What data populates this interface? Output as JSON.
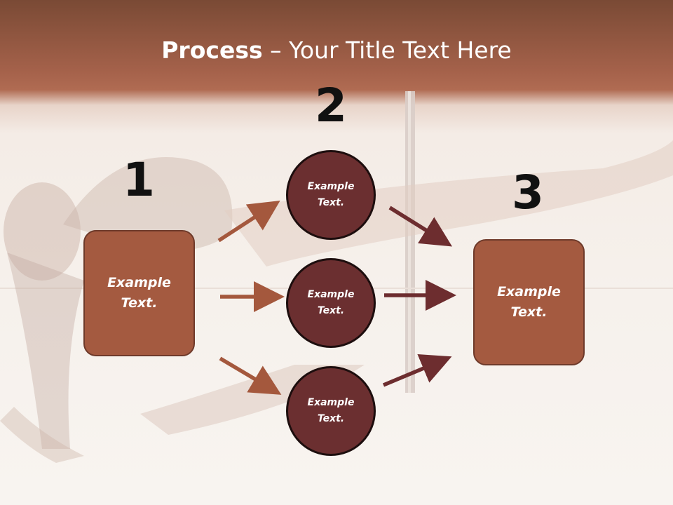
{
  "slide": {
    "title_bold": "Process",
    "title_rest": " – Your Title Text Here",
    "steps": [
      {
        "number": "1",
        "label_line1": "Example",
        "label_line2": "Text."
      },
      {
        "number": "2",
        "label_line1": "Example",
        "label_line2": "Text."
      },
      {
        "number": "3",
        "label_line1": "Example",
        "label_line2": "Text."
      }
    ],
    "circles": [
      {
        "line1": "Example",
        "line2": "Text."
      },
      {
        "line1": "Example",
        "line2": "Text."
      },
      {
        "line1": "Example",
        "line2": "Text."
      }
    ]
  },
  "colors": {
    "header_band": "#a4614a",
    "box_fill": "#a45a40",
    "circle_fill": "#6b2f30",
    "arrow_left": "#a4583d",
    "arrow_right": "#6d2d2f",
    "number_text": "#111111"
  }
}
